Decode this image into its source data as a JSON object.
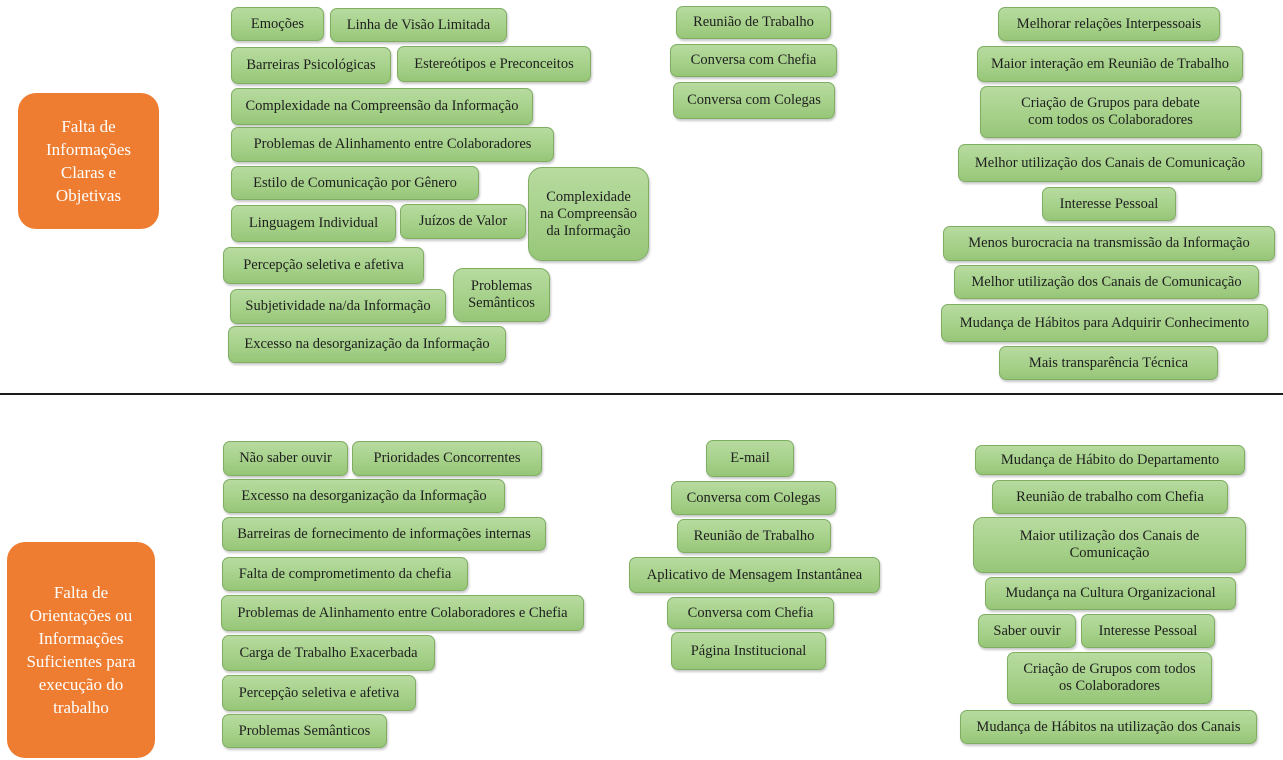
{
  "categories": {
    "cat1": "Falta de Informações Claras e Objetivas",
    "cat2": "Falta de Orientações ou Informações Suficientes para execução do trabalho"
  },
  "section1": {
    "causes": {
      "emocoes": "Emoções",
      "linha_visao": "Linha de Visão Limitada",
      "barreiras_psicologicas": "Barreiras Psicológicas",
      "estereotipos": "Estereótipos e Preconceitos",
      "complexidade": "Complexidade na Compreensão da Informação",
      "problemas_alinhamento": "Problemas de Alinhamento entre Colaboradores",
      "estilo_comunicacao": "Estilo de Comunicação por Gênero",
      "complexidade_box": "Complexidade na Compreensão da Informação",
      "linguagem_individual": "Linguagem Individual",
      "juizos_valor": "Juízos de Valor",
      "percepcao_seletiva": "Percepção seletiva e afetiva",
      "subjetividade": "Subjetividade na/da Informação",
      "problemas_semanticos": "Problemas Semânticos",
      "excesso_desorganizacao": "Excesso na desorganização da Informação"
    },
    "channels": {
      "reuniao": "Reunião de Trabalho",
      "conversa_chefia": "Conversa com Chefia",
      "conversa_colegas": "Conversa com Colegas"
    },
    "improvements": {
      "melhorar_relacoes": "Melhorar relações Interpessoais",
      "maior_interacao": "Maior interação em Reunião de Trabalho",
      "criacao_grupos": "Criação de Grupos para debate com todos os Colaboradores",
      "melhor_utilizacao_1": "Melhor utilização dos Canais de Comunicação",
      "interesse_pessoal": "Interesse Pessoal",
      "menos_burocracia": "Menos burocracia na transmissão da Informação",
      "melhor_utilizacao_2": "Melhor utilização dos Canais de Comunicação",
      "mudanca_habitos": "Mudança de Hábitos para Adquirir Conhecimento",
      "mais_transparencia": "Mais transparência Técnica"
    }
  },
  "section2": {
    "causes": {
      "nao_saber_ouvir": "Não saber ouvir",
      "prioridades": "Prioridades Concorrentes",
      "excesso_desorganizacao": "Excesso na desorganização da Informação",
      "barreiras_fornecimento": "Barreiras de fornecimento de informações internas",
      "falta_comprometimento": "Falta de comprometimento da chefia",
      "problemas_alinhamento": "Problemas de Alinhamento entre Colaboradores e Chefia",
      "carga_trabalho": "Carga de Trabalho Exacerbada",
      "percepcao_seletiva": "Percepção seletiva e afetiva",
      "problemas_semanticos": "Problemas Semânticos"
    },
    "channels": {
      "email": "E-mail",
      "conversa_colegas": "Conversa com Colegas",
      "reuniao": "Reunião de Trabalho",
      "aplicativo": "Aplicativo de Mensagem Instantânea",
      "conversa_chefia": "Conversa com Chefia",
      "pagina_institucional": "Página Institucional"
    },
    "improvements": {
      "mudanca_departamento": "Mudança de Hábito do Departamento",
      "reuniao_chefia": "Reunião de trabalho com Chefia",
      "maior_utilizacao": "Maior utilização dos Canais de Comunicação",
      "mudanca_cultura": "Mudança na Cultura Organizacional",
      "saber_ouvir": "Saber ouvir",
      "interesse_pessoal": "Interesse Pessoal",
      "criacao_grupos": "Criação de Grupos com todos os Colaboradores",
      "mudanca_habitos_canais": "Mudança de Hábitos na utilização dos Canais"
    }
  },
  "colors": {
    "category_orange": "#ee7d31",
    "node_green": "#a6d18a",
    "node_border": "#7fae63",
    "divider": "#1a1a1a"
  }
}
